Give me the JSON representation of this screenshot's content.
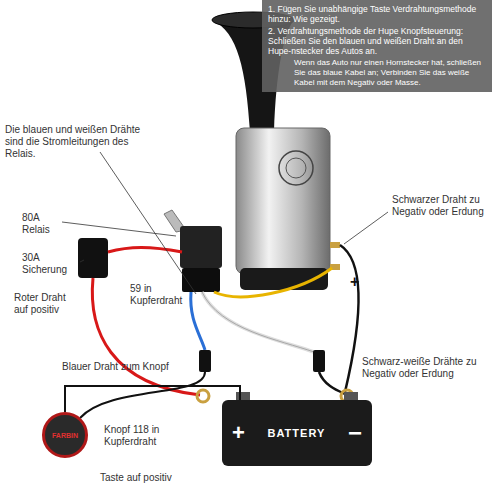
{
  "diagram": {
    "nodes": [
      {
        "text": [
          "1. Fügen Sie unabhängige Taste Verdrahtungsmethode hinzu: Wie gezeigt.",
          "2. Verdrahtungsmethode der Hupe Knopfsteuerung: Schließen Sie den blauen und weißen Draht an den Hupe-nstecker des Autos an.",
          "Wenn das Auto nur einen Hornstecker hat, schließen Sie das blaue Kabel an; Verbinden Sie das weiße Kabel mit dem Negativ oder Masse."
        ]
      },
      {
        "text": [
          "+",
          "BATTERY",
          "−"
        ]
      },
      {
        "text": [
          "FARBIN"
        ]
      }
    ],
    "edges": [
      {
        "from": 2,
        "to": 1,
        "arrow": "none"
      }
    ],
    "labels": [
      "Die blauen und weißen Drähte sind die Stromleitungen des Relais.",
      "80A Relais",
      "30A Sicherung",
      "Roter Draht auf positiv",
      "59 in Kupferdraht",
      "+",
      "Schwarzer Draht zu Negativ oder Erdung",
      "Blauer Draht zum Knopf",
      "Schwarz-weiße Drähte zu Negativ oder Erdung",
      "Knopf 118 in Kupferdraht",
      "Taste auf positiv"
    ]
  }
}
